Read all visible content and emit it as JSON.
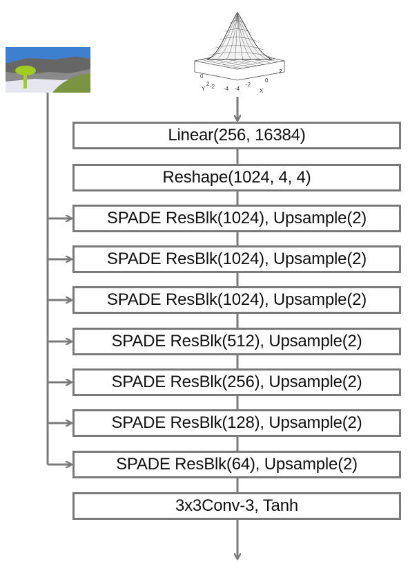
{
  "diagram": {
    "blocks": [
      {
        "label": "Linear(256, 16384)"
      },
      {
        "label": "Reshape(1024, 4, 4)"
      },
      {
        "label": "SPADE ResBlk(1024), Upsample(2)"
      },
      {
        "label": "SPADE ResBlk(1024), Upsample(2)"
      },
      {
        "label": "SPADE ResBlk(1024), Upsample(2)"
      },
      {
        "label": "SPADE ResBlk(512), Upsample(2)"
      },
      {
        "label": "SPADE ResBlk(256), Upsample(2)"
      },
      {
        "label": "SPADE ResBlk(128), Upsample(2)"
      },
      {
        "label": "SPADE ResBlk(64), Upsample(2)"
      },
      {
        "label": "3x3Conv-3, Tanh"
      }
    ],
    "noise_plot": {
      "tick_labels": [
        "0",
        "2",
        "-2",
        "-4",
        "-2",
        "0",
        "2",
        "-4"
      ],
      "axis_y_label": "Y",
      "axis_x_label": "X"
    },
    "colors": {
      "line": "#7a7a7a",
      "sky": "#3f7fd0",
      "mountain": "#666666",
      "grass": "#7a9442",
      "ground": "#e6e6f0",
      "tree": "#a2cc1e"
    }
  }
}
